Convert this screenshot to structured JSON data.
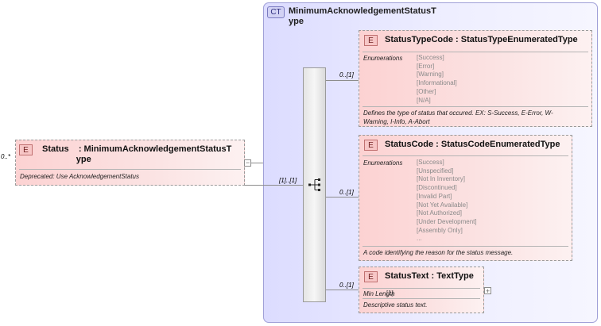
{
  "complex_type": {
    "badge": "CT",
    "name": "MinimumAcknowledgementStatusT\nype"
  },
  "status_element": {
    "badge": "E",
    "multiplicity": "0..*",
    "name": "Status    : MinimumAcknowledgementStatusT\n              ype",
    "doc": "Deprecated: Use AcknowledgementStatus",
    "toggle": "−"
  },
  "sequence": {
    "multiplicity": "[1]..[1]"
  },
  "children": [
    {
      "badge": "E",
      "name": "StatusTypeCode : StatusTypeEnumeratedType",
      "multiplicity": "0..[1]",
      "facet_label": "Enumerations",
      "values": "[Success]\n[Error]\n[Warning]\n[Informational]\n[Other]\n[N/A]",
      "doc": "Defines the type of status that occured. EX: S-Success, E-Error, W-\nWarning, I-Info, A-Abort"
    },
    {
      "badge": "E",
      "name": "StatusCode : StatusCodeEnumeratedType",
      "multiplicity": "0..[1]",
      "facet_label": "Enumerations",
      "values": "[Success]\n[Unspecified]\n[Not In Inventory]\n[Discontinued]\n[Invalid Part]\n[Not Yet Available]\n[Not Authorized]\n[Under Development]\n[Assembly Only]\n...",
      "doc": "A code identifying the reason for the status message."
    },
    {
      "badge": "E",
      "name": "StatusText : TextType",
      "multiplicity": "0..[1]",
      "facet_label": "Min Length",
      "values": "[1]",
      "doc": "Descriptive status text.",
      "toggle": "+"
    }
  ]
}
